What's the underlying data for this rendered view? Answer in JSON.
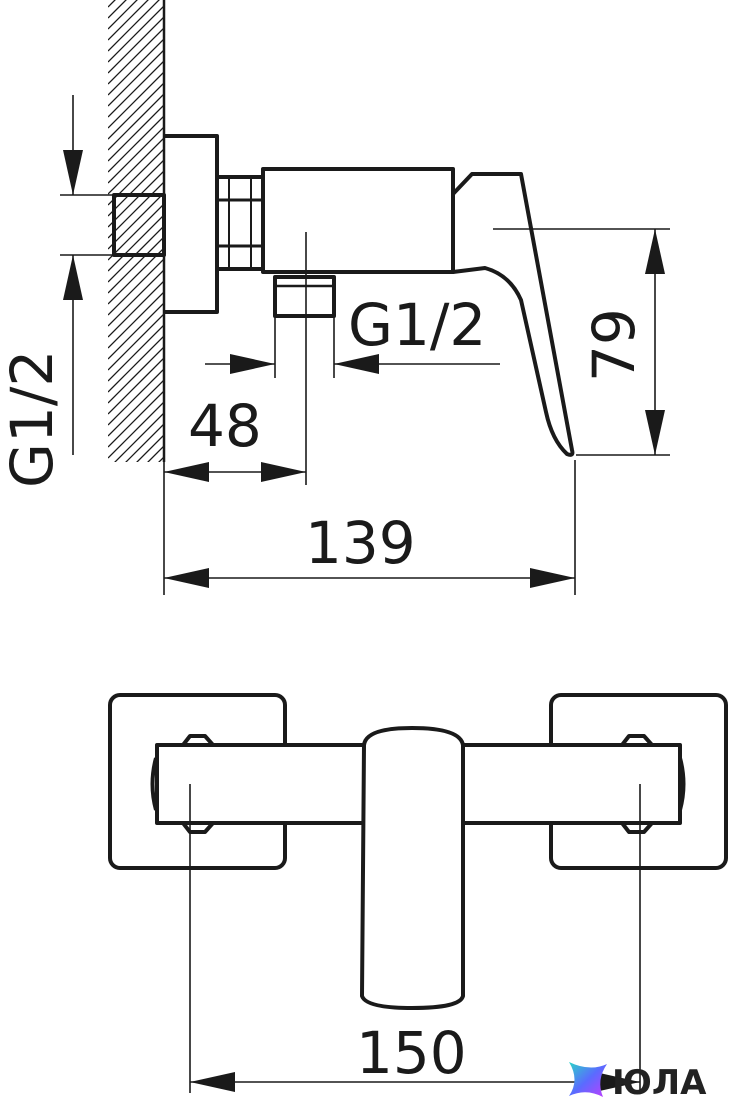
{
  "dimensions": {
    "side_view": {
      "wall_thread": "G1/2",
      "outlet_thread": "G1/2",
      "outlet_offset": "48",
      "handle_height": "79",
      "total_depth": "139"
    },
    "front_view": {
      "center_distance": "150"
    }
  },
  "brand": {
    "name": "ЮЛА",
    "colors": [
      "#2bd4c8",
      "#5a6bff",
      "#c23cff"
    ]
  }
}
